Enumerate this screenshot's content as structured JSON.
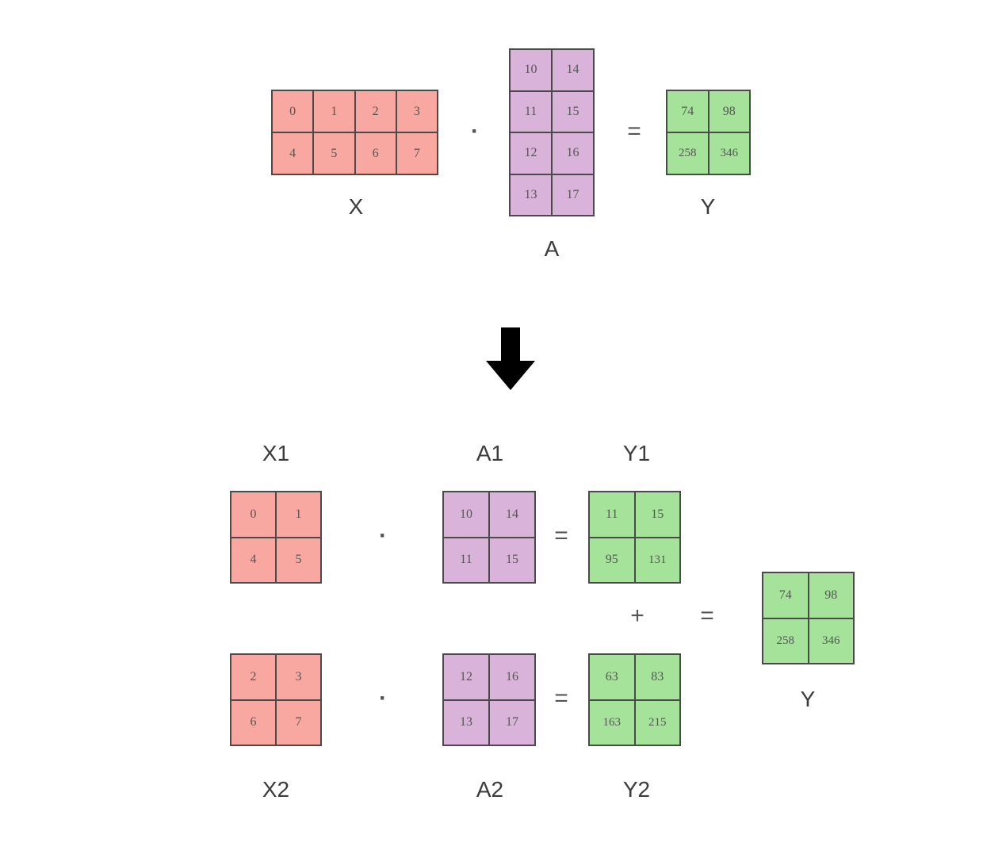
{
  "colors": {
    "x_fill": "#f9a8a1",
    "a_fill": "#d9b3d9",
    "y_fill": "#a6e39a",
    "border": "#4a4a4a",
    "arrow": "#000000"
  },
  "operators": {
    "dot": "·",
    "equals": "=",
    "plus": "+"
  },
  "top": {
    "X": {
      "label": "X",
      "rows": [
        [
          "0",
          "1",
          "2",
          "3"
        ],
        [
          "4",
          "5",
          "6",
          "7"
        ]
      ]
    },
    "A": {
      "label": "A",
      "rows": [
        [
          "10",
          "14"
        ],
        [
          "11",
          "15"
        ],
        [
          "12",
          "16"
        ],
        [
          "13",
          "17"
        ]
      ]
    },
    "Y": {
      "label": "Y",
      "rows": [
        [
          "74",
          "98"
        ],
        [
          "258",
          "346"
        ]
      ]
    }
  },
  "arrow_icon": "down-arrow-icon",
  "bottom": {
    "X1": {
      "label": "X1",
      "rows": [
        [
          "0",
          "1"
        ],
        [
          "4",
          "5"
        ]
      ]
    },
    "A1": {
      "label": "A1",
      "rows": [
        [
          "10",
          "14"
        ],
        [
          "11",
          "15"
        ]
      ]
    },
    "Y1": {
      "label": "Y1",
      "rows": [
        [
          "11",
          "15"
        ],
        [
          "95",
          "131"
        ]
      ]
    },
    "X2": {
      "label": "X2",
      "rows": [
        [
          "2",
          "3"
        ],
        [
          "6",
          "7"
        ]
      ]
    },
    "A2": {
      "label": "A2",
      "rows": [
        [
          "12",
          "16"
        ],
        [
          "13",
          "17"
        ]
      ]
    },
    "Y2": {
      "label": "Y2",
      "rows": [
        [
          "63",
          "83"
        ],
        [
          "163",
          "215"
        ]
      ]
    },
    "Y": {
      "label": "Y",
      "rows": [
        [
          "74",
          "98"
        ],
        [
          "258",
          "346"
        ]
      ]
    }
  }
}
